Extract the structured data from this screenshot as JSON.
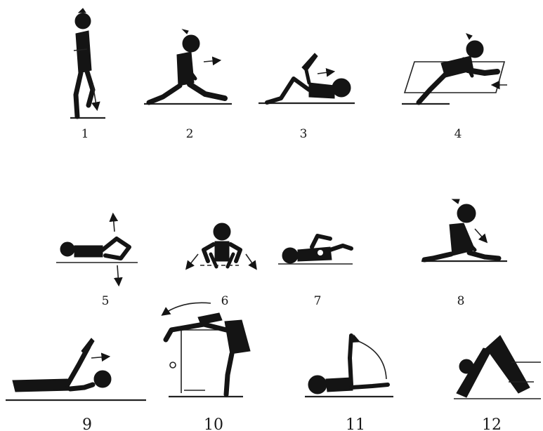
{
  "figures": [
    {
      "number": "1"
    },
    {
      "number": "2"
    },
    {
      "number": "3"
    },
    {
      "number": "4"
    },
    {
      "number": "5"
    },
    {
      "number": "6"
    },
    {
      "number": "7"
    },
    {
      "number": "8"
    },
    {
      "number": "9"
    },
    {
      "number": "10"
    },
    {
      "number": "11"
    },
    {
      "number": "12"
    }
  ],
  "colors": {
    "ink": "#141414",
    "background": "#ffffff"
  }
}
